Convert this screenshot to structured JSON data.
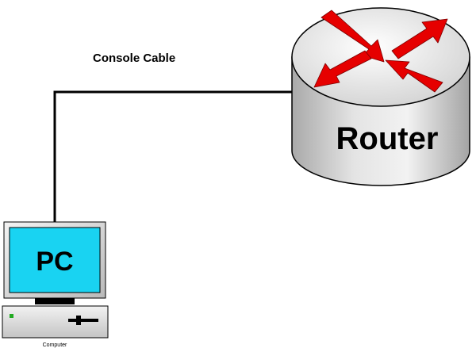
{
  "cable": {
    "label": "Console Cable",
    "color": "#000000"
  },
  "router": {
    "label": "Router",
    "icon": "router-icon",
    "arrow_color": "#e60000",
    "body_color": "#dcdcdc"
  },
  "pc": {
    "screen_label": "PC",
    "caption": "Computer",
    "icon": "computer-icon",
    "screen_color": "#19d3f2",
    "power_led_color": "#22aa22"
  }
}
